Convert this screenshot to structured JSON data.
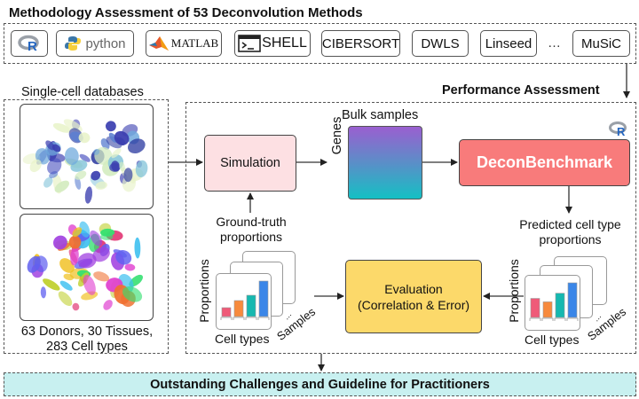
{
  "header": {
    "title": "Methodology Assessment of 53 Deconvolution Methods"
  },
  "tools": [
    {
      "name": "R",
      "icon": "r-logo-icon"
    },
    {
      "name": "python",
      "icon": "python-logo-icon"
    },
    {
      "name": "MATLAB",
      "icon": "matlab-logo-icon"
    },
    {
      "name": "SHELL",
      "icon": "terminal-icon"
    },
    {
      "name": "CIBERSORT"
    },
    {
      "name": "DWLS"
    },
    {
      "name": "Linseed"
    },
    {
      "name": "…"
    },
    {
      "name": "MuSiC"
    }
  ],
  "single_cell": {
    "title": "Single-cell databases",
    "caption_line1": "63 Donors, 30 Tissues,",
    "caption_line2": "283 Cell types"
  },
  "performance": {
    "title": "Performance Assessment",
    "simulation": "Simulation",
    "bulk_title": "Bulk samples",
    "genes_label": "Genes",
    "benchmark": "DeconBenchmark",
    "ground_truth_line1": "Ground-truth",
    "ground_truth_line2": "proportions",
    "predicted_line1": "Predicted cell type",
    "predicted_line2": "proportions",
    "evaluation_line1": "Evaluation",
    "evaluation_line2": "(Correlation & Error)",
    "axis_y": "Proportions",
    "axis_x": "Cell types",
    "axis_z": "Samples",
    "ellipsis": "..."
  },
  "footer": {
    "title": "Outstanding Challenges and Guideline for Practitioners"
  },
  "colors": {
    "simulation_fill": "#fde0e3",
    "benchmark_fill": "#f87b7b",
    "evaluation_fill": "#fcd96a",
    "footer_fill": "#c8f0f0",
    "bulk_top": "#9a5fd0",
    "bulk_bottom": "#14c0c4",
    "bar_colors": [
      "#ef5a78",
      "#f78a3d",
      "#16b8b0",
      "#3a86e8"
    ]
  },
  "ground_truth_bars": [
    0.25,
    0.45,
    0.6,
    1.0
  ],
  "predicted_bars": [
    0.55,
    0.45,
    0.7,
    1.0
  ]
}
